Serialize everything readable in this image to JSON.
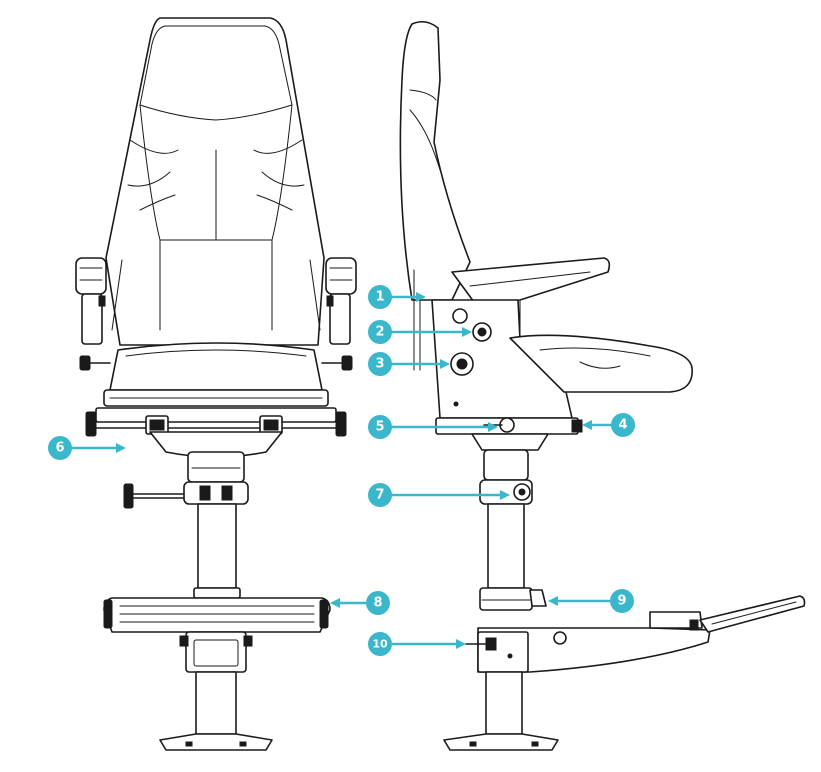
{
  "accent_color": "#3bb7cc",
  "line_color": "#1a1a1a",
  "callouts": [
    {
      "number": "1"
    },
    {
      "number": "2"
    },
    {
      "number": "3"
    },
    {
      "number": "4"
    },
    {
      "number": "5"
    },
    {
      "number": "6"
    },
    {
      "number": "7"
    },
    {
      "number": "8"
    },
    {
      "number": "9"
    },
    {
      "number": "10"
    }
  ]
}
